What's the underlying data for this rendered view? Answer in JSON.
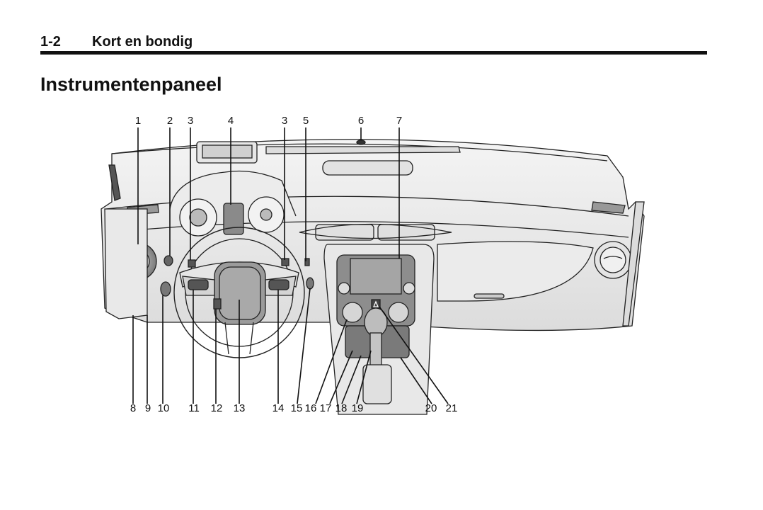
{
  "header": {
    "section_number": "1-2",
    "section_title": "Kort en bondig"
  },
  "page_title": "Instrumentenpaneel",
  "figure": {
    "subject": "instrument-panel-illustration",
    "colors": {
      "line": "#222222",
      "fill": "#ececec",
      "fill_dark": "#9a9a9a",
      "background": "#ffffff"
    },
    "callouts_top": [
      "1",
      "2",
      "3",
      "4",
      "3",
      "5",
      "6",
      "7"
    ],
    "callouts_bottom": [
      "8",
      "9",
      "10",
      "11",
      "12",
      "13",
      "14",
      "15",
      "16",
      "17",
      "18",
      "19",
      "20",
      "21"
    ]
  }
}
